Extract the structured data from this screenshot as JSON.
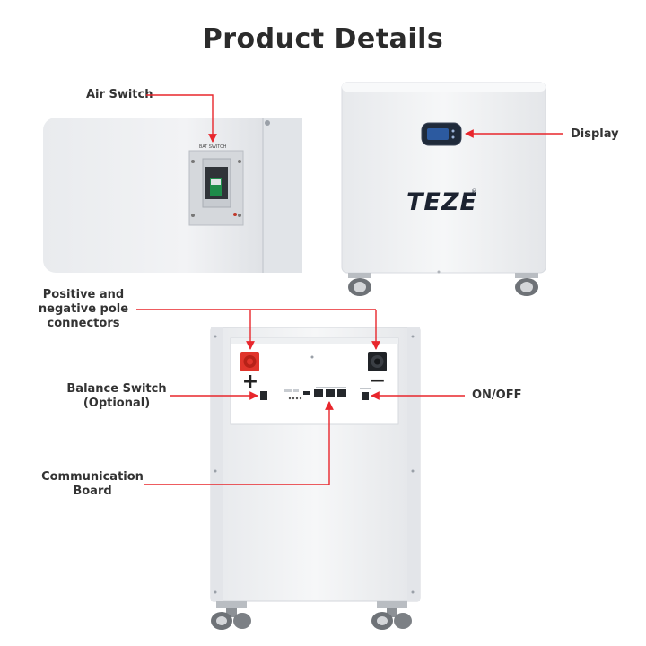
{
  "page": {
    "title": "Product Details"
  },
  "callouts": {
    "air_switch": "Air Switch",
    "display": "Display",
    "pole_connectors": [
      "Positive and",
      "negative pole",
      "connectors"
    ],
    "balance_switch": [
      "Balance Switch",
      "(Optional)"
    ],
    "on_off": "ON/OFF",
    "communication_board": [
      "Communication",
      "Board"
    ]
  },
  "product": {
    "brand": "TEZE",
    "positive_symbol": "+",
    "negative_symbol": "−",
    "breaker_label": "BAT SWITCH"
  },
  "colors": {
    "accent": "#e8262c",
    "title": "#2b2b2b",
    "cabinet": "#f1f2f4",
    "connector_red": "#e0352b",
    "panel_dark": "#1f2a3a"
  }
}
